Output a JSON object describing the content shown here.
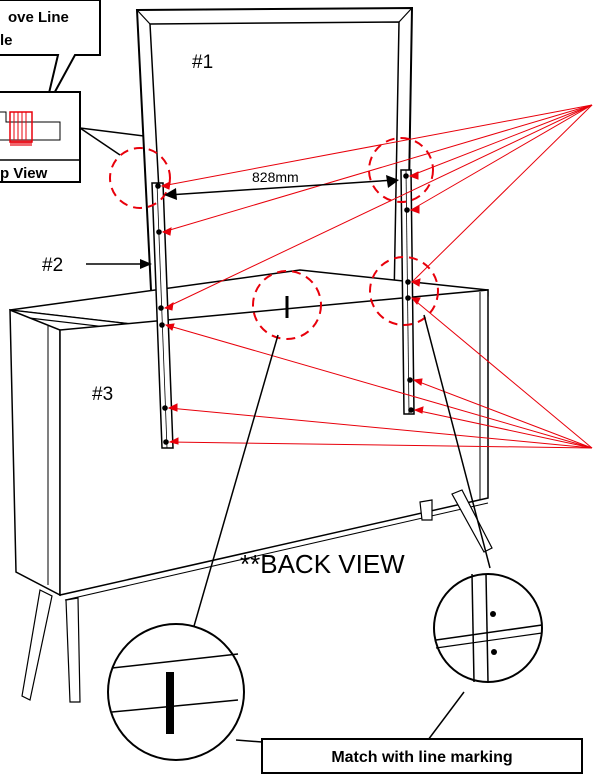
{
  "labels": {
    "part1": "#1",
    "part2": "#2",
    "part3": "#3",
    "dimension": "828mm",
    "view_title": "**BACK VIEW",
    "callout_line1": "ove Line",
    "callout_line2": "le",
    "top_view": "p View",
    "match_note": "Match with line marking"
  },
  "colors": {
    "line": "#000000",
    "accent": "#e8000b",
    "marker": "#e8000b"
  }
}
